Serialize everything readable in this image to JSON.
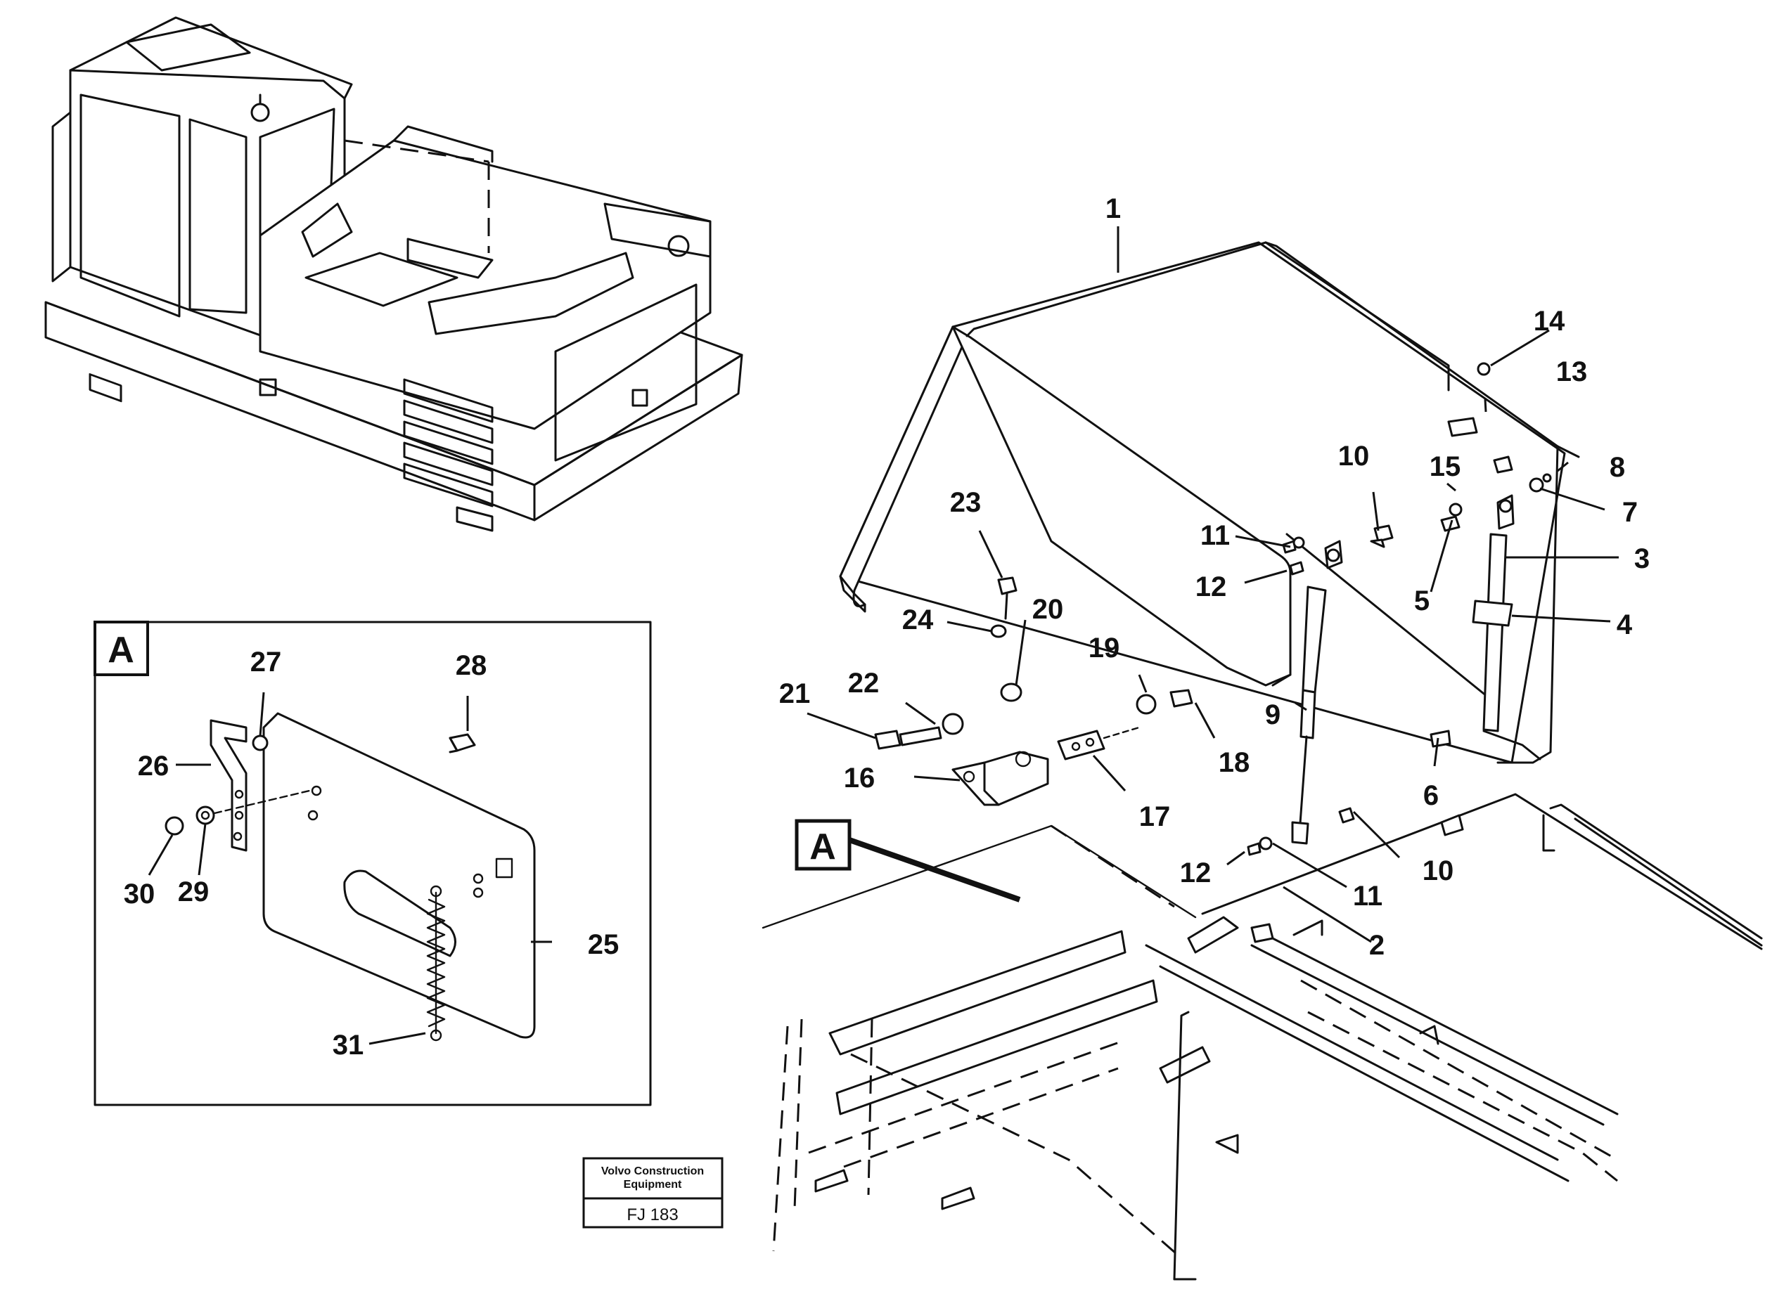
{
  "diagram": {
    "inset_label": "A",
    "pointer_label": "A",
    "callouts": {
      "c1": "1",
      "c2": "2",
      "c3": "3",
      "c4": "4",
      "c5": "5",
      "c6": "6",
      "c7": "7",
      "c8": "8",
      "c9": "9",
      "c10a": "10",
      "c10b": "10",
      "c11a": "11",
      "c11b": "11",
      "c12a": "12",
      "c12b": "12",
      "c13": "13",
      "c14": "14",
      "c15": "15",
      "c16": "16",
      "c17": "17",
      "c18": "18",
      "c19": "19",
      "c20": "20",
      "c21": "21",
      "c22": "22",
      "c23": "23",
      "c24": "24",
      "c25": "25",
      "c26": "26",
      "c27": "27",
      "c28": "28",
      "c29": "29",
      "c30": "30",
      "c31": "31"
    }
  },
  "title_block": {
    "company_line1": "Volvo Construction",
    "company_line2": "Equipment",
    "drawing_code": "FJ 183"
  }
}
